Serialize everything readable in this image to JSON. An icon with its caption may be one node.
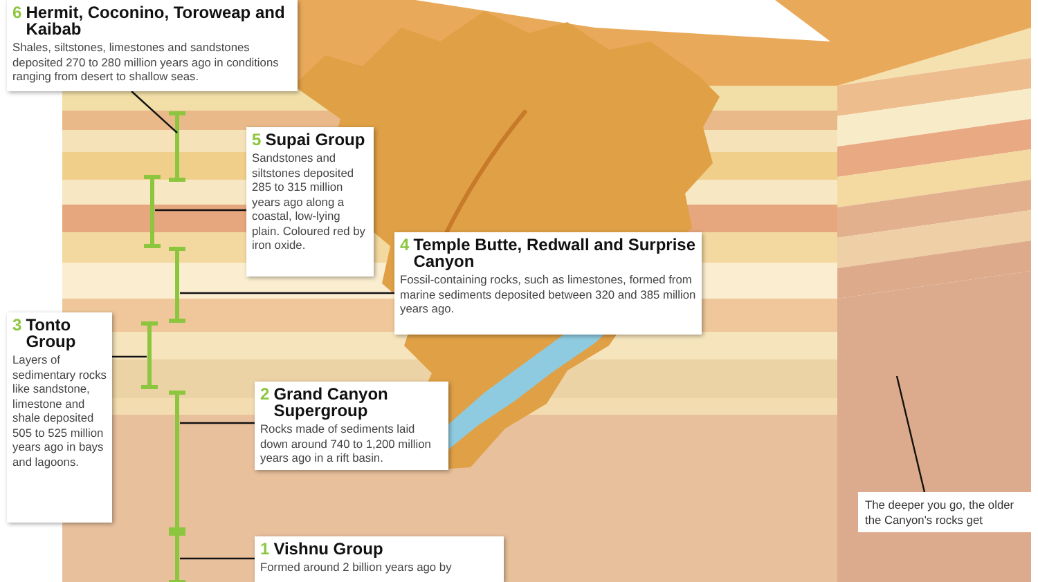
{
  "diagram": {
    "nodes": [
      {
        "text": [
          "6",
          "Hermit, Coconino, Toroweap and Kaibab",
          "Shales, siltstones, limestones and sandstones deposited 270 to 280 million years ago in conditions ranging from desert to shallow seas."
        ]
      },
      {
        "text": [
          "5",
          "Supai Group",
          "Sandstones and siltstones deposited 285 to 315 million years ago along a coastal, low-lying plain. Coloured red by iron oxide."
        ]
      },
      {
        "text": [
          "4",
          "Temple Butte, Redwall and Surprise Canyon",
          "Fossil-containing rocks, such as limestones, formed from marine sediments deposited between 320 and 385 million years ago."
        ]
      },
      {
        "text": [
          "3",
          "Tonto Group",
          "Layers of sedimentary rocks like sandstone, limestone and shale deposited 505 to 525 million years ago in bays and lagoons."
        ]
      },
      {
        "text": [
          "2",
          "Grand Canyon Supergroup",
          "Rocks made of sediments laid down around 740 to 1,200 million years ago in a rift basin."
        ]
      },
      {
        "text": [
          "1",
          "Vishnu Group",
          "Formed around 2 billion years ago by"
        ]
      },
      {
        "text": [
          "The deeper you go, the older the Canyon's rocks get"
        ]
      },
      {
        "text": [],
        "shape": "bar"
      },
      {
        "text": [],
        "shape": "bar"
      },
      {
        "text": [],
        "shape": "bar"
      },
      {
        "text": [],
        "shape": "bar"
      },
      {
        "text": [],
        "shape": "bar"
      },
      {
        "text": [],
        "shape": "bar"
      }
    ],
    "edges": [
      {
        "from": 0,
        "to": 7,
        "arrow": "none"
      },
      {
        "from": 1,
        "to": 8,
        "arrow": "none"
      },
      {
        "from": 2,
        "to": 9,
        "arrow": "none"
      },
      {
        "from": 3,
        "to": 10,
        "arrow": "none"
      },
      {
        "from": 4,
        "to": 11,
        "arrow": "none"
      },
      {
        "from": 5,
        "to": 12,
        "arrow": "none"
      },
      {
        "from": 6,
        "to": null,
        "arrow": "none"
      }
    ]
  }
}
